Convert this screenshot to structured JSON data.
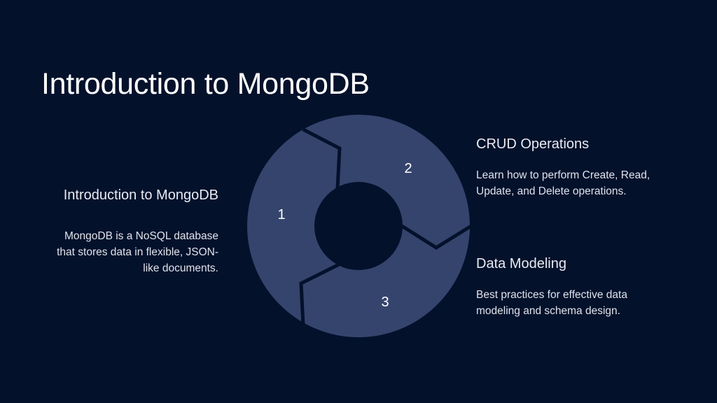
{
  "title": "Introduction to MongoDB",
  "colors": {
    "background": "#04112b",
    "segment": "#35446d"
  },
  "segments": [
    {
      "number": "1",
      "heading": "Introduction to MongoDB",
      "text": "MongoDB is a NoSQL database that stores data in flexible, JSON-like documents."
    },
    {
      "number": "2",
      "heading": "CRUD Operations",
      "text": "Learn how to perform Create, Read, Update, and Delete operations."
    },
    {
      "number": "3",
      "heading": "Data Modeling",
      "text": "Best practices for effective data modeling and schema design."
    }
  ]
}
